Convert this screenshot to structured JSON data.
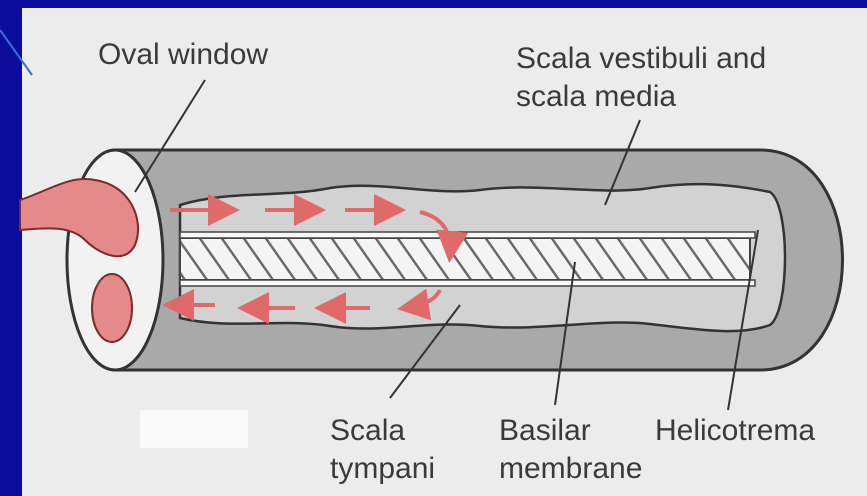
{
  "labels": {
    "oval_window": "Oval window",
    "scala_vestibuli_line1": "Scala vestibuli and",
    "scala_vestibuli_line2": "scala media",
    "scala_tympani_line1": "Scala",
    "scala_tympani_line2": "tympani",
    "basilar_line1": "Basilar",
    "basilar_line2": "membrane",
    "helicotrema": "Helicotrema"
  },
  "colors": {
    "slide_background": "#0c0c9a",
    "paper": "#ececec",
    "tube_fill": "#a9a9a9",
    "tube_inner": "#d2d2d2",
    "arrow": "#e06a6a",
    "window_tissue": "#e58a8a"
  },
  "icons": {
    "arrows_top": "right-arrow-icon",
    "arrows_bottom": "left-arrow-icon"
  }
}
